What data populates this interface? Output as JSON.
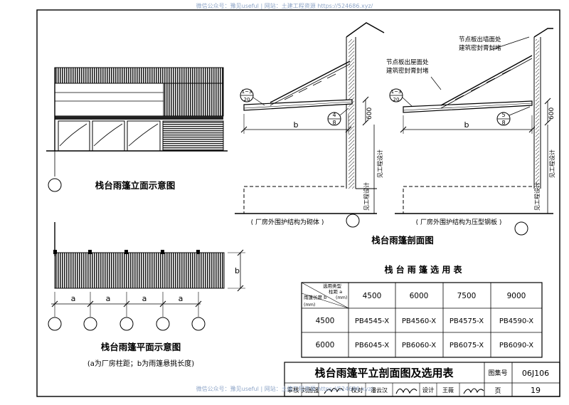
{
  "watermark": "微信公众号：豫见useful  |  网站：土建工程资源 https://524686.xyz/",
  "drawing": {
    "elevation_title": "栈台雨篷立面示意图",
    "plan_title": "栈台雨篷平面示意图",
    "plan_note": "(a为厂房柱距；b为雨篷悬挑长度)",
    "section_title": "栈台雨篷剖面图",
    "section_left_caption": "( 厂房外围护结构为砌体 )",
    "section_right_caption": "( 厂房外围护结构为压型钢板 )",
    "callout_roof": [
      "节点板出屋面处",
      "建筑密封膏封堵"
    ],
    "callout_wall": [
      "节点板出墙面处",
      "建筑密封膏封堵"
    ],
    "see_design": "见工程设计",
    "dim_b": "b",
    "dim_a": "a",
    "dim_600": "600",
    "detail_1": {
      "top": "1~3",
      "bottom": "20"
    },
    "detail_left": {
      "top": "4",
      "bottom": "8"
    },
    "detail_right": {
      "top": "5",
      "bottom": "8"
    }
  },
  "table": {
    "title": "栈 台 雨 篷 选 用 表",
    "header_diag": [
      "选用类型",
      "柱距 a",
      "(mm)",
      "雨篷长度 b",
      "(mm)"
    ],
    "columns": [
      "4500",
      "6000",
      "7500",
      "9000"
    ],
    "rows": [
      {
        "b": "4500",
        "cells": [
          "PB4545-X",
          "PB4560-X",
          "PB4575-X",
          "PB4590-X"
        ]
      },
      {
        "b": "6000",
        "cells": [
          "PB6045-X",
          "PB6060-X",
          "PB6075-X",
          "PB6090-X"
        ]
      }
    ]
  },
  "title_block": {
    "title": "栈台雨篷平立剖面图及选用表",
    "atlas_label": "图集号",
    "atlas_no": "06J106",
    "page_label": "页",
    "page_no": "19",
    "review_label": "审核",
    "review_name": "刘国强",
    "check_label": "校对",
    "check_name": "潘云汉",
    "design_label": "设计",
    "design_name": "王薇"
  }
}
